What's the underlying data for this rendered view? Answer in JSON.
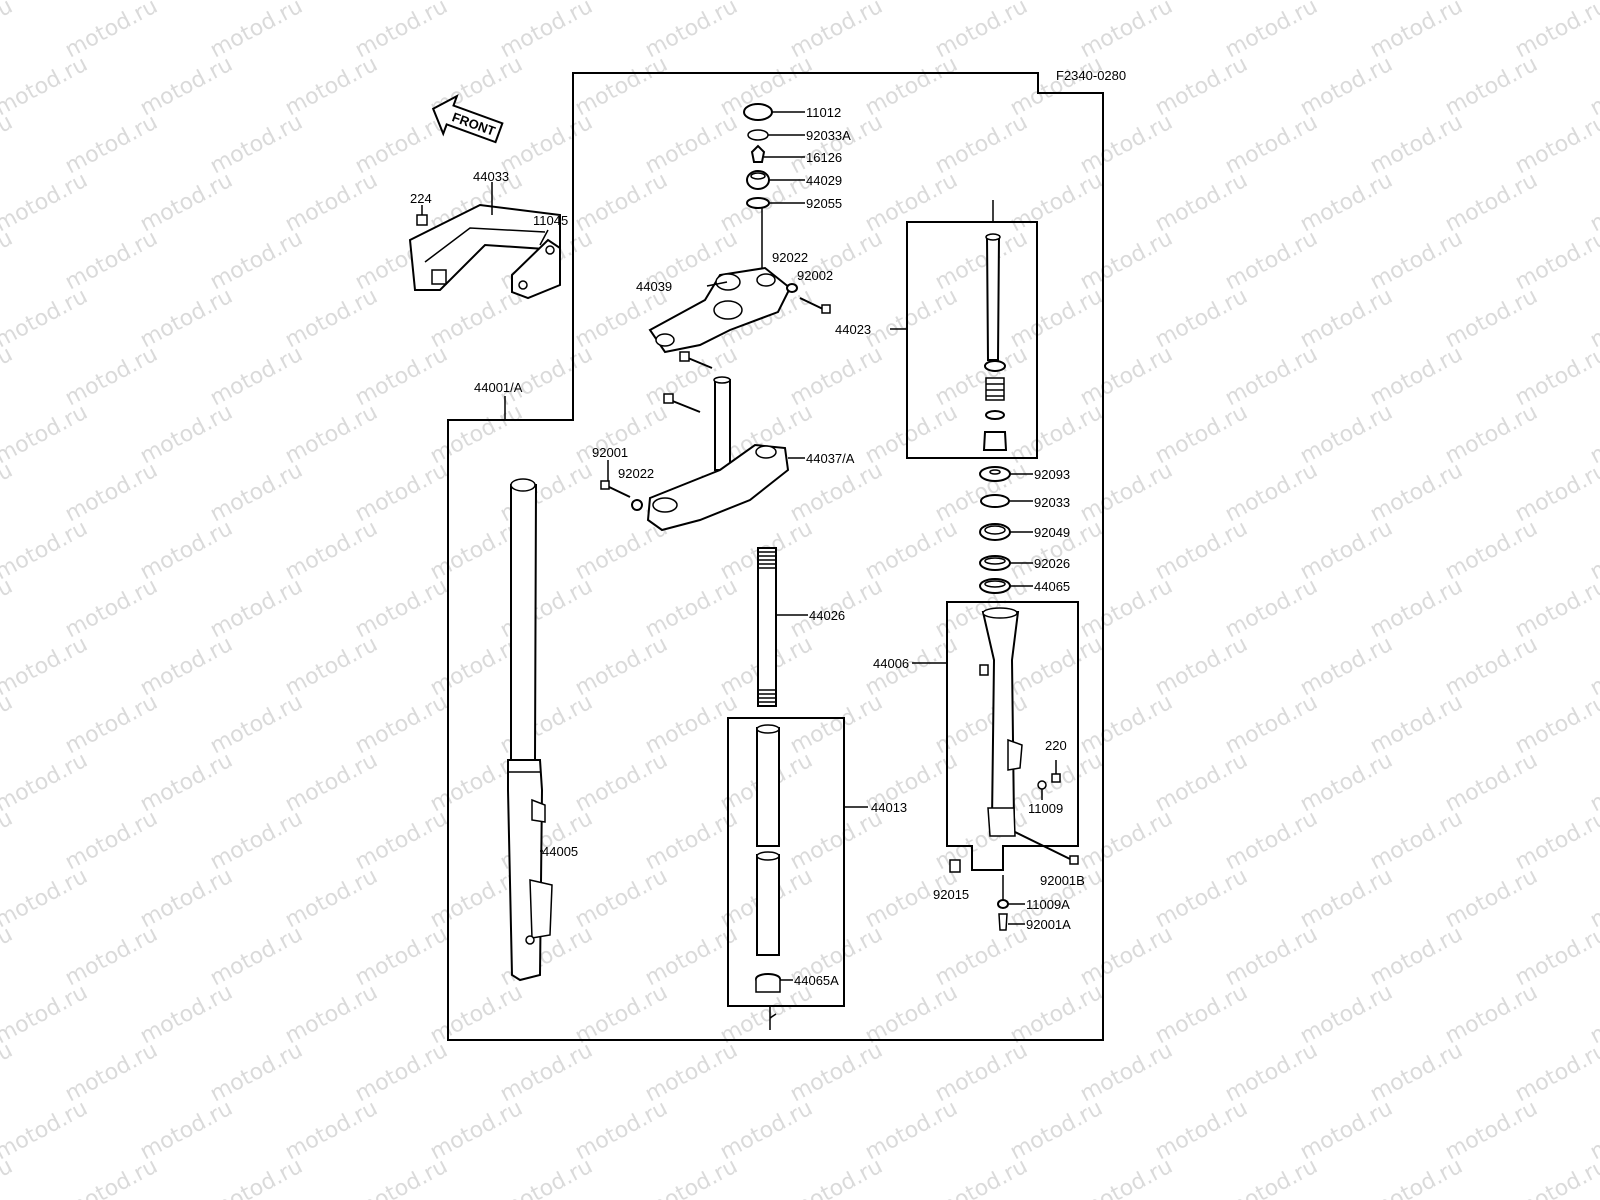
{
  "diagram": {
    "code": "F2340-0280",
    "front_label": "FRONT",
    "watermark": "motod.ru",
    "parts": {
      "p11012": "11012",
      "p92033A": "92033A",
      "p16126": "16126",
      "p44029": "44029",
      "p92055": "92055",
      "p92022_top": "92022",
      "p92002": "92002",
      "p44039": "44039",
      "p44023": "44023",
      "p44033": "44033",
      "p224": "224",
      "p11045": "11045",
      "p44001A": "44001/A",
      "p44037A": "44037/A",
      "p92001": "92001",
      "p92022_bot": "92022",
      "p92093": "92093",
      "p92033": "92033",
      "p92049": "92049",
      "p92026": "92026",
      "p44065": "44065",
      "p44026": "44026",
      "p44006": "44006",
      "p220": "220",
      "p11009": "11009",
      "p44013": "44013",
      "p44005": "44005",
      "p92001B": "92001B",
      "p92015": "92015",
      "p11009A": "11009A",
      "p92001A": "92001A",
      "p44065A": "44065A"
    }
  }
}
